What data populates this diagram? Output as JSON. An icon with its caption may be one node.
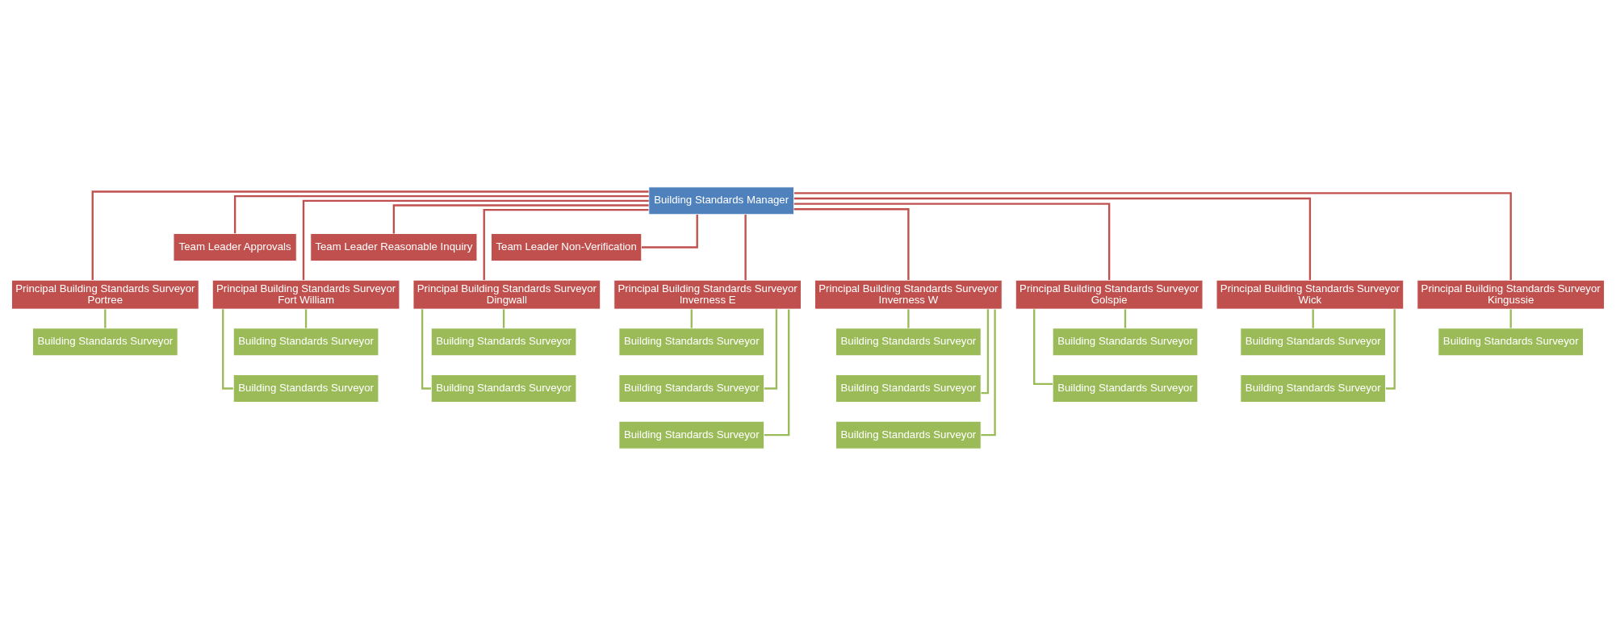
{
  "diagram": {
    "nodes": [
      {
        "text": [
          "Building Standards Manager"
        ]
      },
      {
        "text": [
          "Team Leader Approvals"
        ]
      },
      {
        "text": [
          "Team Leader Reasonable Inquiry"
        ]
      },
      {
        "text": [
          "Team Leader Non-Verification"
        ]
      },
      {
        "text": [
          "Principal Building Standards Surveyor",
          "Portree"
        ]
      },
      {
        "text": [
          "Principal Building Standards Surveyor",
          "Fort William"
        ]
      },
      {
        "text": [
          "Principal Building Standards Surveyor",
          "Dingwall"
        ]
      },
      {
        "text": [
          "Principal Building Standards Surveyor",
          "Inverness E"
        ]
      },
      {
        "text": [
          "Principal Building Standards Surveyor",
          "Inverness W"
        ]
      },
      {
        "text": [
          "Principal Building Standards Surveyor",
          "Golspie"
        ]
      },
      {
        "text": [
          "Principal Building Standards Surveyor",
          "Wick"
        ]
      },
      {
        "text": [
          "Principal Building Standards Surveyor",
          "Kingussie"
        ]
      },
      {
        "text": [
          "Building Standards Surveyor"
        ]
      },
      {
        "text": [
          "Building Standards Surveyor"
        ]
      },
      {
        "text": [
          "Building Standards Surveyor"
        ]
      },
      {
        "text": [
          "Building Standards Surveyor"
        ]
      },
      {
        "text": [
          "Building Standards Surveyor"
        ]
      },
      {
        "text": [
          "Building Standards Surveyor"
        ]
      },
      {
        "text": [
          "Building Standards Surveyor"
        ]
      },
      {
        "text": [
          "Building Standards Surveyor"
        ]
      },
      {
        "text": [
          "Building Standards Surveyor"
        ]
      },
      {
        "text": [
          "Building Standards Surveyor"
        ]
      },
      {
        "text": [
          "Building Standards Surveyor"
        ]
      },
      {
        "text": [
          "Building Standards Surveyor"
        ]
      },
      {
        "text": [
          "Building Standards Surveyor"
        ]
      },
      {
        "text": [
          "Building Standards Surveyor"
        ]
      },
      {
        "text": [
          "Building Standards Surveyor"
        ]
      },
      {
        "text": [
          "Building Standards Surveyor"
        ]
      }
    ],
    "edges": [
      {
        "from": 0,
        "to": 1,
        "arrow": "none",
        "color": "#c0504d"
      },
      {
        "from": 0,
        "to": 2,
        "arrow": "none",
        "color": "#c0504d"
      },
      {
        "from": 0,
        "to": 3,
        "arrow": "none",
        "color": "#c0504d"
      },
      {
        "from": 0,
        "to": 4,
        "arrow": "none",
        "color": "#c0504d"
      },
      {
        "from": 0,
        "to": 5,
        "arrow": "none",
        "color": "#c0504d"
      },
      {
        "from": 0,
        "to": 6,
        "arrow": "none",
        "color": "#c0504d"
      },
      {
        "from": 0,
        "to": 7,
        "arrow": "none",
        "color": "#c0504d"
      },
      {
        "from": 0,
        "to": 8,
        "arrow": "none",
        "color": "#c0504d"
      },
      {
        "from": 0,
        "to": 9,
        "arrow": "none",
        "color": "#c0504d"
      },
      {
        "from": 0,
        "to": 10,
        "arrow": "none",
        "color": "#c0504d"
      },
      {
        "from": 0,
        "to": 11,
        "arrow": "none",
        "color": "#c0504d"
      },
      {
        "from": 4,
        "to": 12,
        "arrow": "none"
      },
      {
        "from": 5,
        "to": 13,
        "arrow": "none"
      },
      {
        "from": 5,
        "to": 14,
        "arrow": "none"
      },
      {
        "from": 6,
        "to": 15,
        "arrow": "none"
      },
      {
        "from": 6,
        "to": 16,
        "arrow": "none"
      },
      {
        "from": 7,
        "to": 17,
        "arrow": "none"
      },
      {
        "from": 7,
        "to": 18,
        "arrow": "none"
      },
      {
        "from": 7,
        "to": 19,
        "arrow": "none"
      },
      {
        "from": 8,
        "to": 20,
        "arrow": "none"
      },
      {
        "from": 8,
        "to": 21,
        "arrow": "none"
      },
      {
        "from": 8,
        "to": 22,
        "arrow": "none"
      },
      {
        "from": 9,
        "to": 23,
        "arrow": "none"
      },
      {
        "from": 9,
        "to": 24,
        "arrow": "none"
      },
      {
        "from": 10,
        "to": 25,
        "arrow": "none"
      },
      {
        "from": 10,
        "to": 26,
        "arrow": "none"
      },
      {
        "from": 11,
        "to": 27,
        "arrow": "none"
      }
    ]
  }
}
